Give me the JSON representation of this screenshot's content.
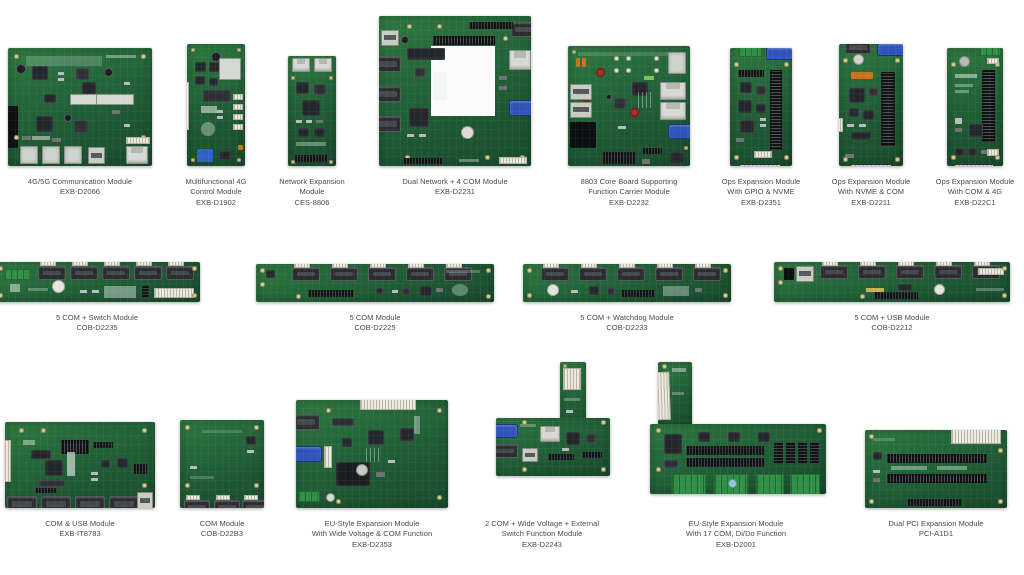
{
  "page": {
    "background": "#ffffff",
    "caption_color": "#4a4a4a",
    "pcb_color": "#24663a"
  },
  "rows": [
    {
      "id": "row-1",
      "products": [
        {
          "id": "exb-d2066",
          "name": "4G/5G Communication Module",
          "model": "EXB-D2066"
        },
        {
          "id": "exb-d1902",
          "name": "Multifunctional 4G\nControl Module",
          "model": "EXB-D1902"
        },
        {
          "id": "ces-8806",
          "name": "Network Expansion\nModule",
          "model": "CES-8806"
        },
        {
          "id": "exb-d2231",
          "name": "Dual Network + 4 COM Module",
          "model": "EXB-D2231"
        },
        {
          "id": "exb-d2232",
          "name": "8803 Core Board Supporting\nFunction Carrier Module",
          "model": "EXB-D2232"
        },
        {
          "id": "exb-d2351",
          "name": "Ops Expansion Module\nWith GPIO & NVME",
          "model": "EXB-D2351"
        },
        {
          "id": "exb-d2211",
          "name": "Ops Expansion Module\nWith NVME & COM",
          "model": "EXB-D2211"
        },
        {
          "id": "exb-d22c1",
          "name": "Ops Expansion Module\nWith COM & 4G",
          "model": "EXB-D22C1"
        }
      ]
    },
    {
      "id": "row-2",
      "products": [
        {
          "id": "cob-d2235",
          "name": "5 COM + Switch Module",
          "model": "COB-D2235"
        },
        {
          "id": "cob-d2225",
          "name": "5 COM Module",
          "model": "COB-D2225"
        },
        {
          "id": "cob-d2233",
          "name": "5 COM + Watchdog Module",
          "model": "COB-D2233"
        },
        {
          "id": "cob-d2212",
          "name": "5 COM + USB Module",
          "model": "COB-D2212"
        }
      ]
    },
    {
      "id": "row-3",
      "products": [
        {
          "id": "exb-it8783",
          "name": "COM & USB Module",
          "model": "EXB-IT8783"
        },
        {
          "id": "cob-d22b3",
          "name": "COM Module",
          "model": "COB-D22B3"
        },
        {
          "id": "exb-d2353",
          "name": "EU-Style Expansion Module\nWith Wide Voltage & COM Function",
          "model": "EXB-D2353"
        },
        {
          "id": "exb-d2243",
          "name": "2 COM + Wide Voltage + External\nSwitch Function Module",
          "model": "EXB-D2243"
        },
        {
          "id": "exb-d2001",
          "name": "EU-Style Expansion Module\nWith 17 COM, Di/Do Function",
          "model": "EXB-D2001"
        },
        {
          "id": "pci-a1d1",
          "name": "Dual PCI Expansion Module",
          "model": "PCI-A1D1"
        }
      ]
    }
  ]
}
